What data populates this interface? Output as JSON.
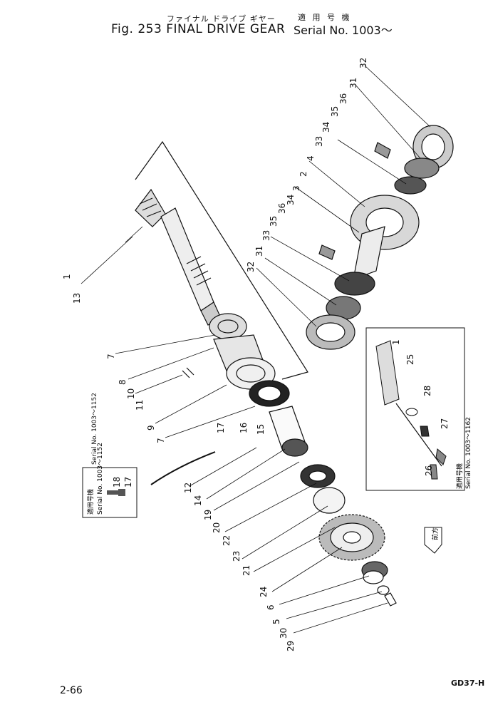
{
  "header": {
    "japanese_title": "ファイナル ドライブ ギヤー",
    "figure_title": "Fig. 253 FINAL DRIVE GEAR",
    "applicability_japanese": "適 用 号 機",
    "applicability": "Serial No. 1003～"
  },
  "inset_left": {
    "japanese": "適用号機",
    "serial": "Serial No. 1003～1152",
    "callouts": [
      "18",
      "17"
    ]
  },
  "inset_right": {
    "japanese": "適用号機",
    "serial": "Serial No. 1003～1162",
    "callouts": [
      "1",
      "25",
      "28",
      "27",
      "26"
    ]
  },
  "front_marker": "前方",
  "callouts": [
    "32",
    "31",
    "36",
    "35",
    "34",
    "33",
    "4",
    "2",
    "3",
    "34",
    "36",
    "35",
    "33",
    "31",
    "32",
    "1",
    "13",
    "7",
    "8",
    "10",
    "11",
    "9",
    "7",
    "17",
    "16",
    "15",
    "12",
    "14",
    "19",
    "20",
    "22",
    "23",
    "21",
    "24",
    "6",
    "5",
    "30",
    "29"
  ],
  "footer": {
    "page_number": "2-66",
    "model_code": "GD37-H"
  }
}
